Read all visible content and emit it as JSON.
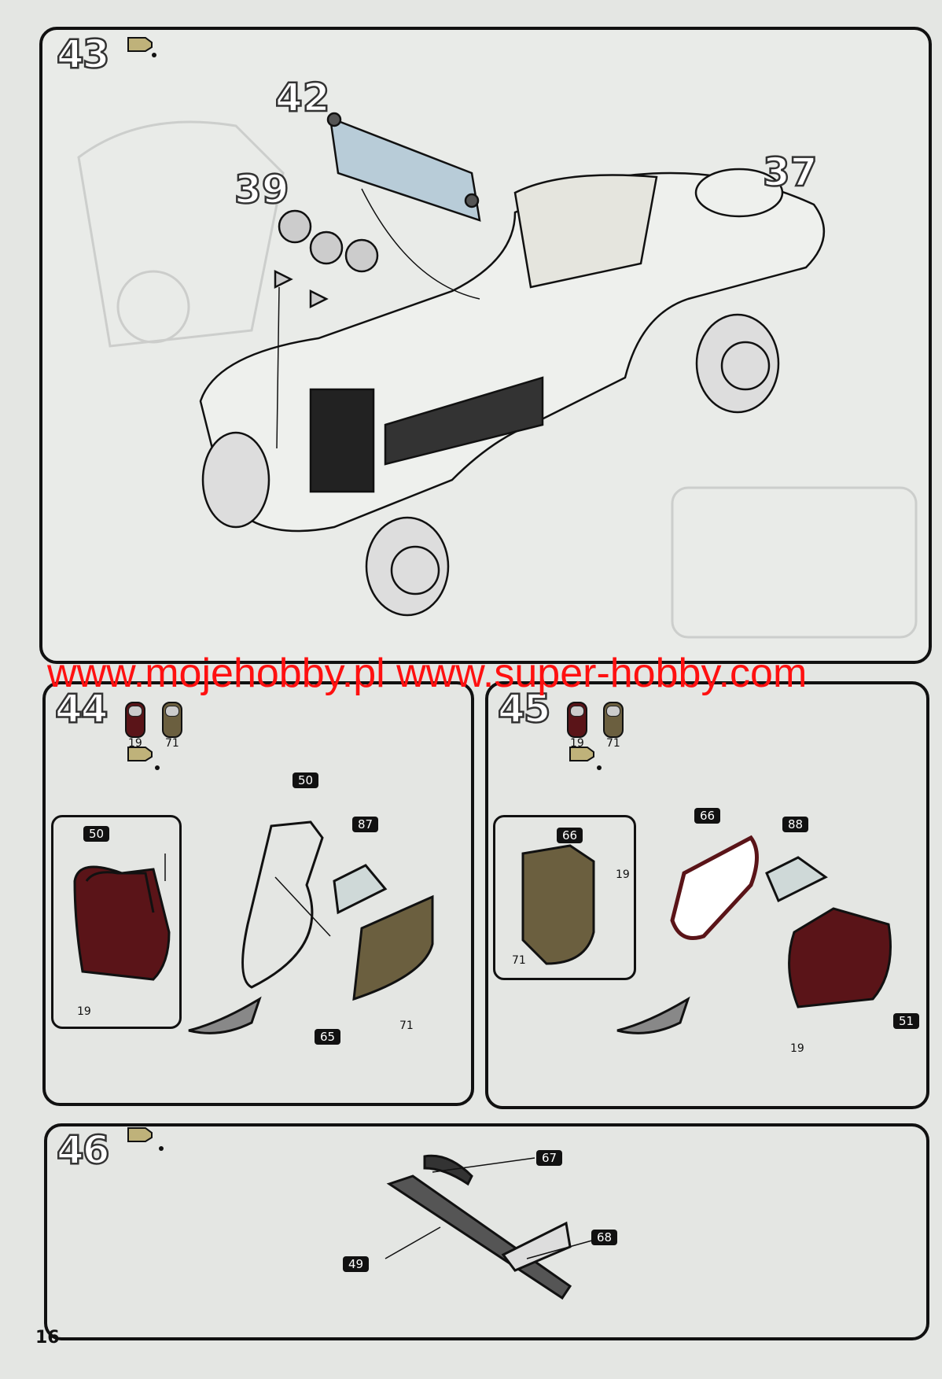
{
  "watermark": "www.mojehobby.pl www.super-hobby.com",
  "page_number": "16",
  "colors": {
    "paint_19": "#5a1418",
    "paint_71": "#6b5f3f",
    "watermark": "#ff1010"
  },
  "step43": {
    "number": "43",
    "parts": {
      "windshield": "42",
      "lamps": "39",
      "body": "37"
    },
    "glue_icon": "glue-tube-icon"
  },
  "step44": {
    "number": "44",
    "paints": [
      "19",
      "71"
    ],
    "inset_part": "50",
    "inset_paint": "19",
    "parts": {
      "frame": "50",
      "glass": "87",
      "panel": "65",
      "panel_paint": "71"
    }
  },
  "step45": {
    "number": "45",
    "paints": [
      "19",
      "71"
    ],
    "inset_part": "66",
    "inset_paint_a": "19",
    "inset_paint_b": "71",
    "parts": {
      "frame": "66",
      "glass": "88",
      "door": "51",
      "door_paint": "19"
    }
  },
  "step46": {
    "number": "46",
    "parts": {
      "bracket": "67",
      "end": "68",
      "bumper": "49"
    }
  }
}
